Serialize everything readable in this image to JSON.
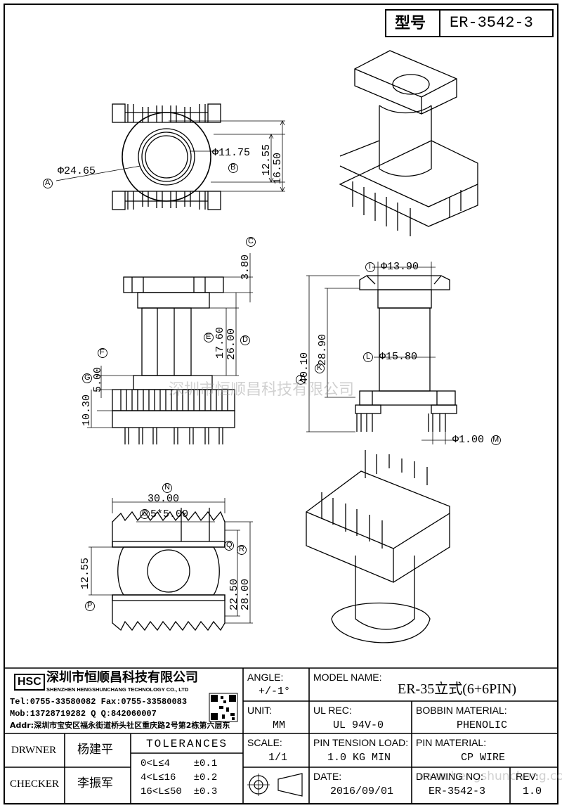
{
  "header": {
    "model_label": "型号",
    "model_value": "ER-3542-3"
  },
  "watermarks": {
    "center": "深圳市恒顺昌科技有限公司",
    "corner": "www.hengshunchang.com"
  },
  "dims": {
    "a_dia": "Φ24.65",
    "b_dia": "Φ11.75",
    "h1": "12.55",
    "h2": "16.50",
    "c": "3.80",
    "e": "17.60",
    "d": "26.00",
    "f": "5.00",
    "g": "10.30",
    "i_dia": "Φ13.90",
    "l_dia": "Φ15.80",
    "h_total": "40.10",
    "k": "28.90",
    "pin_dia": "Φ1.00",
    "n": "30.00",
    "o": "5*5.00",
    "q": "22.50",
    "r": "28.00",
    "p": "12.55"
  },
  "markers": {
    "a": "A",
    "b": "B",
    "c": "C",
    "d": "D",
    "e": "E",
    "f": "F",
    "g": "G",
    "i": "I",
    "j": "J",
    "k": "K",
    "l": "L",
    "m": "M",
    "n": "N",
    "o": "O",
    "p": "P",
    "q": "Q",
    "r": "R"
  },
  "company": {
    "logo": "HSC",
    "name_cn": "深圳市恒顺昌科技有限公司",
    "name_en": "SHENZHEN HENGSHUNCHANG TECHNOLOGY CO., LTD",
    "tel": "Tel:0755-33580082 Fax:0755-33580083",
    "mob": "Mob:13728719282   Q  Q:842060007",
    "addr": "Addr:深圳市宝安区福永街道桥头社区重庆路2号第2栋第六层东"
  },
  "title_block": {
    "angle_label": "ANGLE:",
    "angle_value": "+/-1°",
    "unit_label": "UNIT:",
    "unit_value": "MM",
    "scale_label": "SCALE:",
    "scale_value": "1/1",
    "model_name_label": "MODEL NAME:",
    "model_name_value": "ER-35立式(6+6PIN)",
    "ul_label": "UL REC:",
    "ul_value": "UL 94V-0",
    "bobbin_label": "BOBBIN MATERIAL:",
    "bobbin_value": "PHENOLIC",
    "tension_label": "PIN TENSION LOAD:",
    "tension_value": "1.0 KG MIN",
    "pin_label": "PIN MATERIAL:",
    "pin_value": "CP WIRE",
    "date_label": "DATE:",
    "date_value": "2016/09/01",
    "drawing_label": "DRAWING NO:",
    "drawing_value": "ER-3542-3",
    "rev_label": "REV:",
    "rev_value": "1.0",
    "drawer_label": "DRWNER",
    "drawer_value": "杨建平",
    "checker_label": "CHECKER",
    "checker_value": "李振军",
    "tolerances_label": "TOLERANCES",
    "tol1": "0<L≤4    ±0.1",
    "tol2": "4<L≤16   ±0.2",
    "tol3": "16<L≤50  ±0.3"
  }
}
